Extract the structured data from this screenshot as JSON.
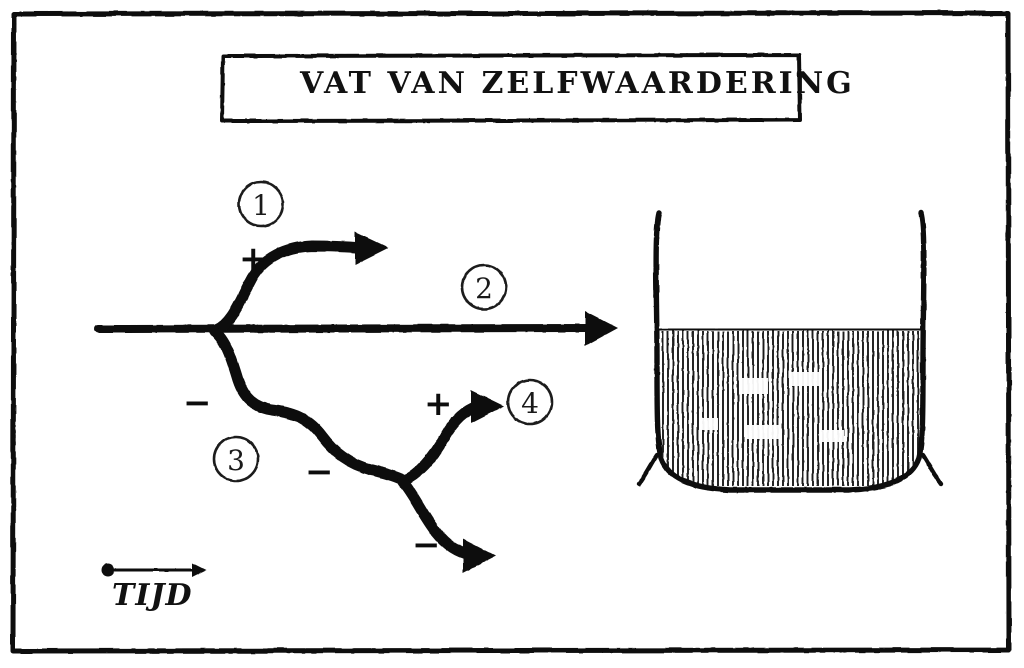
{
  "figure": {
    "title": "VAT VAN ZELFWAARDERING",
    "axis_label": "TIJD",
    "style": "hand-drawn black ink sketch on white",
    "ink_color": "#111111",
    "background_color": "#ffffff"
  },
  "markers": {
    "one": "1",
    "two": "2",
    "three": "3",
    "four": "4"
  },
  "signs": {
    "branch_up_plus": "+",
    "descent_minus_first": "−",
    "descent_minus_second": "−",
    "fork_up_plus": "+",
    "fork_down_minus": "−"
  },
  "vessel": {
    "name": "vat",
    "fill_label": "",
    "fill_fraction": 0.6
  },
  "icons": {
    "arrow_right": "arrow-right-icon",
    "time_axis": "time-axis-icon",
    "vessel": "vessel-icon"
  }
}
